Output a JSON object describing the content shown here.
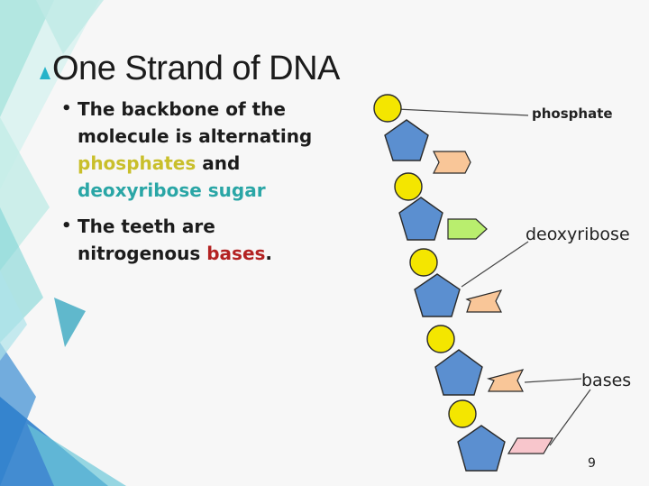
{
  "slide": {
    "title": "One Strand of DNA",
    "page_number": "9",
    "bullets": [
      {
        "parts": [
          {
            "text": "The backbone of the molecule is alternating ",
            "color": "#1c1c1c"
          },
          {
            "text": "phosphates",
            "color": "#c9bf2b"
          },
          {
            "text": " and ",
            "color": "#1c1c1c"
          },
          {
            "text": "deoxyribose sugar",
            "color": "#2aa6a6"
          }
        ]
      },
      {
        "parts": [
          {
            "text": "The teeth are nitrogenous ",
            "color": "#1c1c1c"
          },
          {
            "text": "bases",
            "color": "#b32222"
          },
          {
            "text": ".",
            "color": "#1c1c1c"
          }
        ]
      }
    ]
  },
  "diagram": {
    "labels": {
      "phosphate": "phosphate",
      "deoxyribose": "deoxyribose",
      "bases": "bases"
    },
    "colors": {
      "phosphate": "#f4e600",
      "sugar": "#5b8fd0",
      "base_orange": "#f9c698",
      "base_green": "#b9ee6e",
      "base_pink": "#f8c6cc",
      "accent": "#27b3c9"
    }
  }
}
